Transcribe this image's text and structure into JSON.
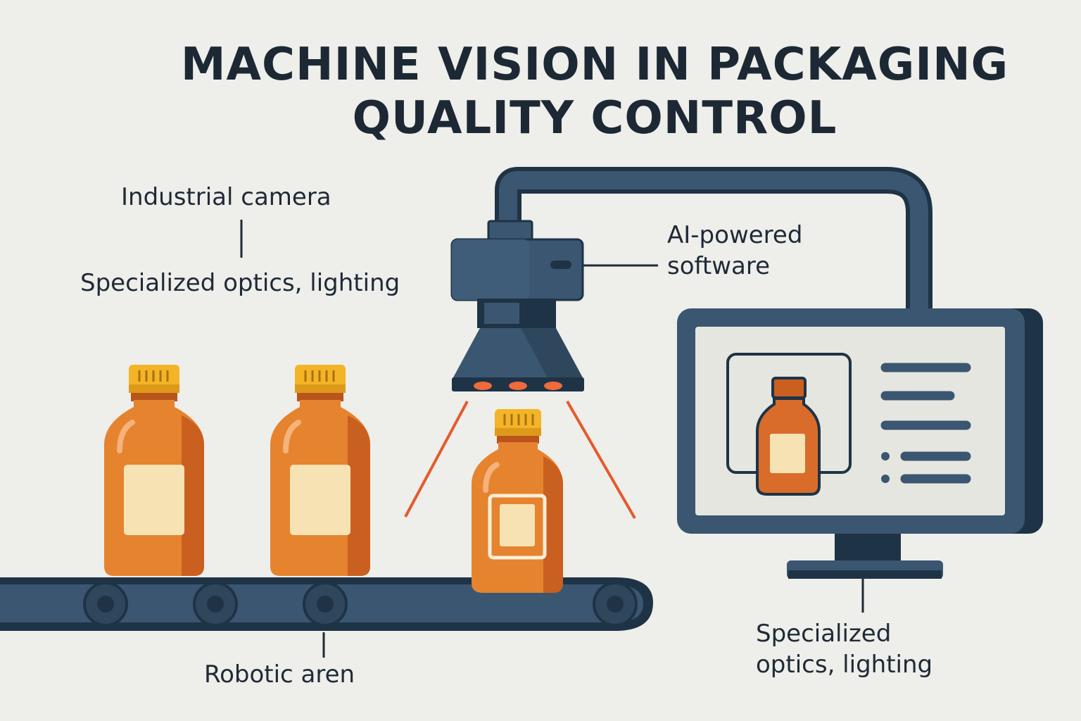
{
  "title": {
    "line1": "MACHINE VISION IN PACKAGING",
    "line2": "QUALITY CONTROL"
  },
  "labels": {
    "industrial_camera": "Industrial camera",
    "optics_left": "Specialized optics, lighting",
    "ai_software_line1": "AI-powered",
    "ai_software_line2": "software",
    "optics_right_line1": "Specialized",
    "optics_right_line2": "optics, lighting",
    "robotic": "Robotic aren"
  },
  "colors": {
    "background": "#eeeeea",
    "navy": "#3b5670",
    "dark_navy": "#1f3346",
    "bottle_orange": "#e5832f",
    "bottle_shadow": "#c9601f",
    "cap_yellow": "#f3b527",
    "label_cream": "#f7e2b3",
    "lamp_red": "#f06a3c",
    "text": "#1c2834"
  },
  "icons": [
    "industrial-camera-icon",
    "bottle-icon",
    "conveyor-belt-icon",
    "monitor-icon"
  ]
}
